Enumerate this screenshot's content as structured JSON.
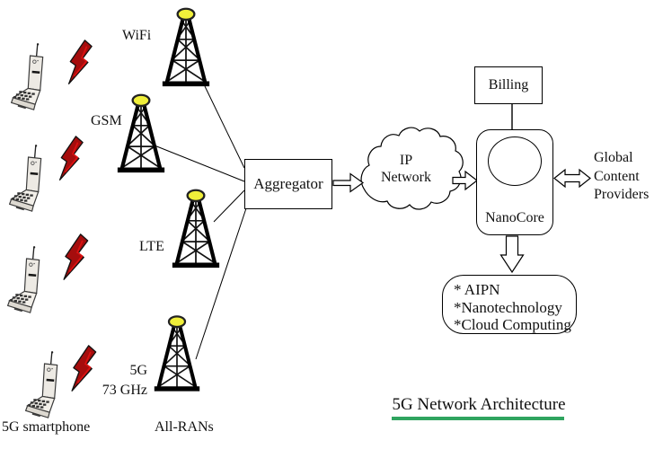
{
  "title": {
    "text": "5G Network Architecture",
    "underline_color": "#2fa45f"
  },
  "devices": {
    "group_label": "5G smartphone",
    "count": 4,
    "phone_icon": "retro-cellphone-icon",
    "signal_icon": "lightning-bolt-icon",
    "bolt_color": "#a50d0d"
  },
  "towers": {
    "group_label": "All-RANs",
    "beacon_color": "#f0ef3a",
    "items": [
      {
        "label": "WiFi"
      },
      {
        "label": "GSM"
      },
      {
        "label": "LTE"
      },
      {
        "label": "5G",
        "sublabel": "73 GHz"
      }
    ]
  },
  "aggregator": {
    "label": "Aggregator"
  },
  "ip_network": {
    "line1": "IP",
    "line2": "Network"
  },
  "billing": {
    "label": "Billing"
  },
  "nanocore": {
    "label": "NanoCore"
  },
  "global_content_providers": {
    "line1": "Global",
    "line2": "Content",
    "line3": "Providers"
  },
  "services": {
    "item1": "* AIPN",
    "item2": "*Nanotechnology",
    "item3": "*Cloud Computing"
  }
}
